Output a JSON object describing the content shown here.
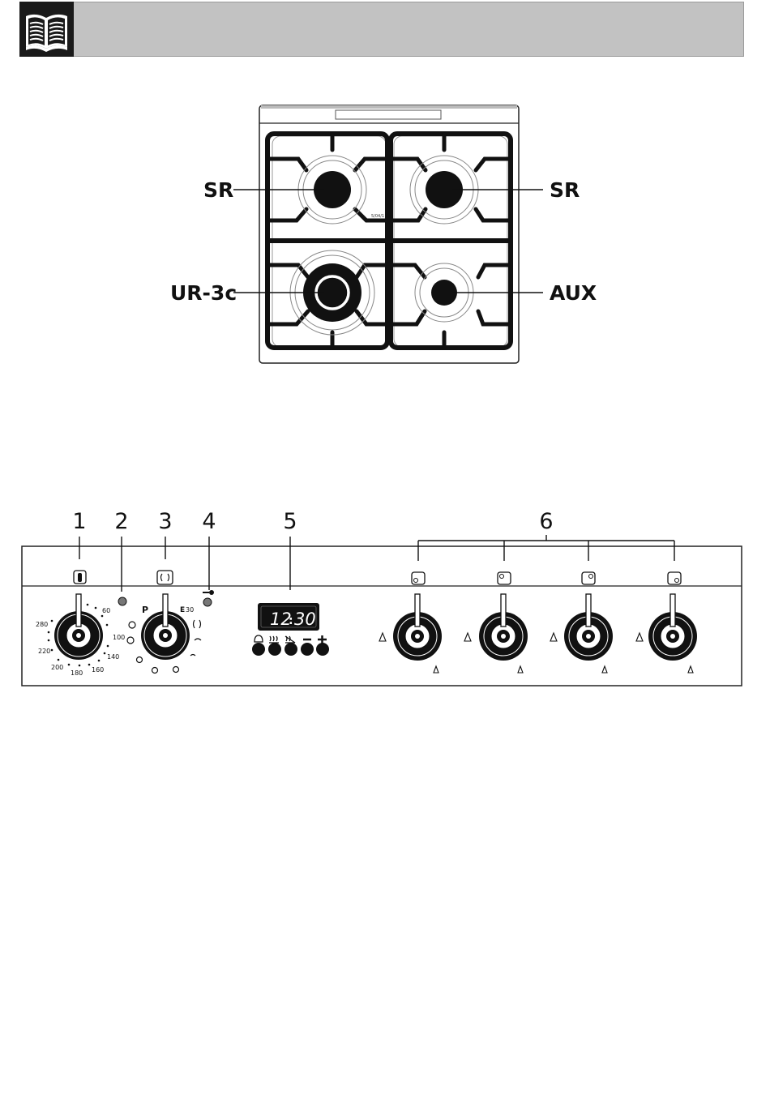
{
  "hob": {
    "labels": {
      "rear_left": "SR",
      "rear_right": "SR",
      "front_left": "UR-3c",
      "front_right": "AUX"
    },
    "stamp": "5/04/1"
  },
  "panel": {
    "callouts": [
      "1",
      "2",
      "3",
      "4",
      "5",
      "6"
    ],
    "thermostat_scale": [
      "60",
      "100",
      "140",
      "160",
      "180",
      "200",
      "220",
      "280"
    ],
    "selector_marks": [
      "P",
      "E",
      "30"
    ],
    "display": {
      "hours": "12",
      "minutes": "30"
    }
  },
  "icons": [
    "book-icon",
    "thermometer-icon",
    "function-selector-icon",
    "key-icon",
    "bell-icon",
    "cooking-icon",
    "end-cooking-icon",
    "minus-icon",
    "plus-icon",
    "flame-icon",
    "burner-position-icon"
  ]
}
